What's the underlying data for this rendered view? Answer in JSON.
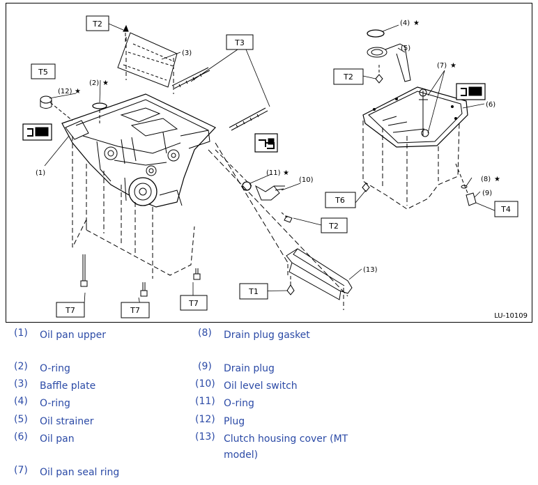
{
  "figure": {
    "figure_id": "LU-10109",
    "tightening_labels": [
      "T1",
      "T2",
      "T3",
      "T4",
      "T5",
      "T6",
      "T7"
    ],
    "part_callouts": [
      "(1)",
      "(2)",
      "(3)",
      "(4)",
      "(5)",
      "(6)",
      "(7)",
      "(8)",
      "(9)",
      "(10)",
      "(11)",
      "(12)",
      "(13)"
    ],
    "star_glyph": "★",
    "callout_labels": {
      "c1": "(1)",
      "c2": "(2)",
      "c3": "(3)",
      "c4": "(4)",
      "c5": "(5)",
      "c6": "(6)",
      "c7": "(7)",
      "c8": "(8)",
      "c9": "(9)",
      "c10": "(10)",
      "c11": "(11)",
      "c12": "(12)",
      "c13": "(13)"
    },
    "box_labels": {
      "t2a": "T2",
      "t2b": "T2",
      "t2c": "T2",
      "t3": "T3",
      "t5": "T5",
      "t6": "T6",
      "t4": "T4",
      "t1": "T1",
      "t7a": "T7",
      "t7b": "T7",
      "t7c": "T7"
    }
  },
  "legend": {
    "items": [
      {
        "num": "(1)",
        "text": "Oil pan upper"
      },
      {
        "num": "(2)",
        "text": "O-ring"
      },
      {
        "num": "(3)",
        "text": "Baffle plate"
      },
      {
        "num": "(4)",
        "text": "O-ring"
      },
      {
        "num": "(5)",
        "text": "Oil strainer"
      },
      {
        "num": "(6)",
        "text": "Oil pan"
      },
      {
        "num": "(7)",
        "text": "Oil pan seal ring"
      },
      {
        "num": "(8)",
        "text": "Drain plug gasket"
      },
      {
        "num": "(9)",
        "text": "Drain plug"
      },
      {
        "num": "(10)",
        "text": "Oil level switch"
      },
      {
        "num": "(11)",
        "text": "O-ring"
      },
      {
        "num": "(12)",
        "text": "Plug"
      },
      {
        "num": "(13)",
        "text": "Clutch housing cover (MT model)"
      }
    ]
  },
  "colors": {
    "legend_text": "#2b4aa6",
    "line": "#000000"
  }
}
